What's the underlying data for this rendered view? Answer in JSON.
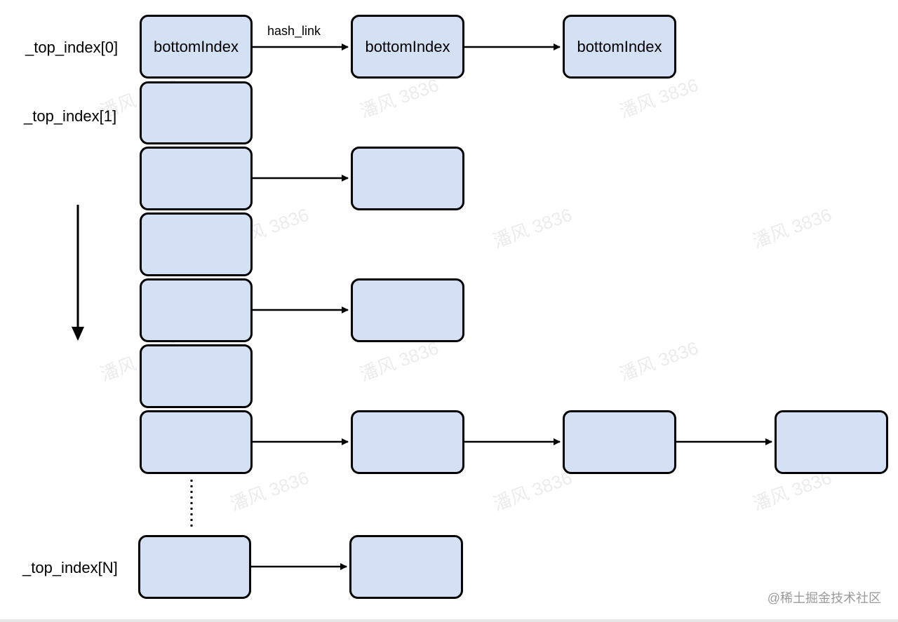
{
  "colors": {
    "node_fill": "#d4e1f5",
    "node_stroke": "#000000"
  },
  "row_labels": [
    "_top_index[0]",
    "_top_index[1]",
    "_top_index[N]"
  ],
  "node_text": "bottomIndex",
  "edge_label": "hash_link",
  "watermark": "潘风 3836",
  "credit": "@稀土掘金技术社区"
}
